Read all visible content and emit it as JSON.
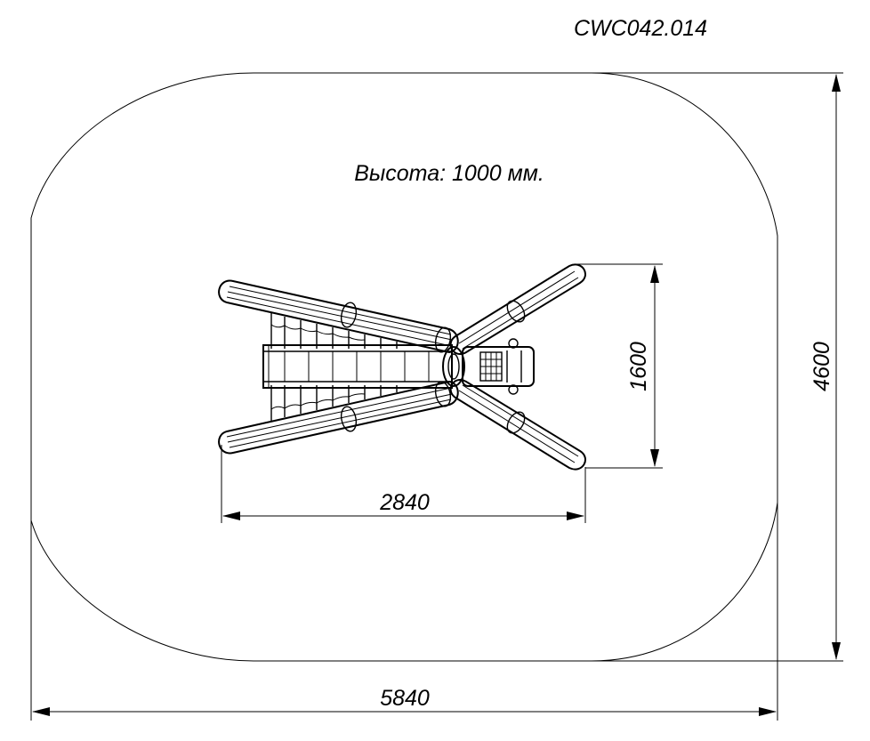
{
  "drawing": {
    "code": "CWC042.014",
    "height_note": "Высота: 1000 мм."
  },
  "dimensions": {
    "zone_width": "5840",
    "zone_height": "4600",
    "equipment_width": "2840",
    "equipment_height": "1600"
  }
}
